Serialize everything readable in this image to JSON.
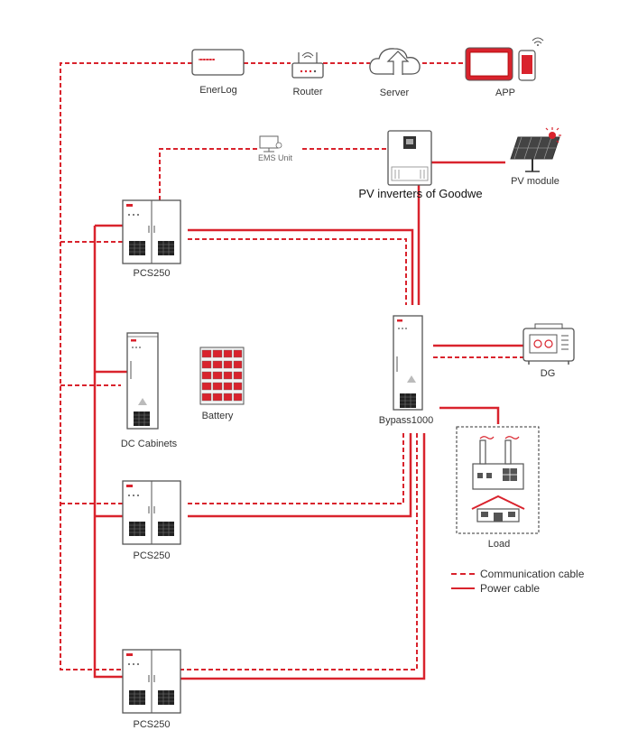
{
  "colors": {
    "power": "#d9232d",
    "comm": "#d9232d",
    "device": "#555555"
  },
  "devices": {
    "enerlog": "EnerLog",
    "router": "Router",
    "server": "Server",
    "app": "APP",
    "ems": "EMS Unit",
    "pv_inverters": "PV inverters of Goodwe",
    "pv_module": "PV module",
    "pcs_top": "PCS250",
    "dc_cabinets": "DC Cabinets",
    "battery": "Battery",
    "bypass": "Bypass1000",
    "dg": "DG",
    "load": "Load",
    "pcs_mid": "PCS250",
    "pcs_bottom": "PCS250"
  },
  "legend": {
    "communication": "Communication cable",
    "power": "Power cable"
  }
}
